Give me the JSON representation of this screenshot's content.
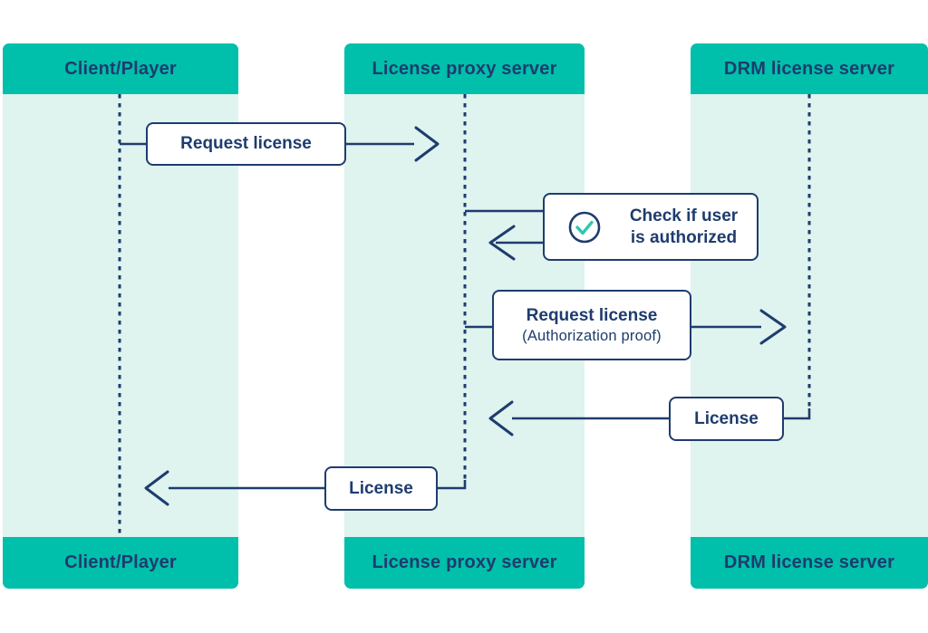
{
  "colors": {
    "teal": "#00bfab",
    "lane": "#dff3ef",
    "navy": "#1e3c6e",
    "check": "#2fc8ad",
    "boxbg": "#ffffff"
  },
  "lanes": [
    {
      "id": "client",
      "label": "Client/Player"
    },
    {
      "id": "proxy",
      "label": "License proxy server"
    },
    {
      "id": "drm",
      "label": "DRM license server"
    }
  ],
  "messages": [
    {
      "from": "client",
      "to": "proxy",
      "label": "Request license"
    },
    {
      "from": "proxy",
      "to": "proxy",
      "icon": "check-circle-icon",
      "lines": [
        "Check if user",
        "is authorized"
      ]
    },
    {
      "from": "proxy",
      "to": "drm",
      "label": "Request license",
      "sublabel": "(Authorization proof)"
    },
    {
      "from": "drm",
      "to": "proxy",
      "label": "License"
    },
    {
      "from": "proxy",
      "to": "client",
      "label": "License"
    }
  ]
}
